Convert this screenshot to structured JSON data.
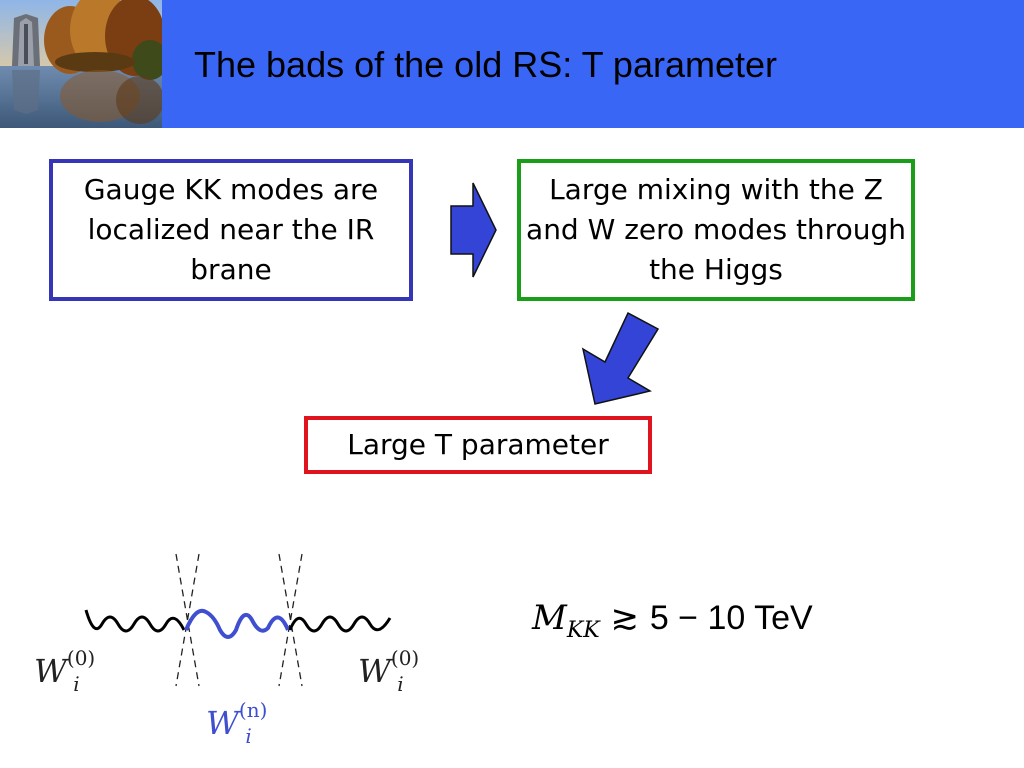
{
  "header": {
    "title": "The bads of the old RS: T parameter",
    "accent_color": "#3a66f5"
  },
  "boxes": {
    "gauge_kk": "Gauge KK modes are localized near the IR brane",
    "large_mixing": "Large mixing with the Z and W zero modes through the Higgs",
    "large_t": "Large T parameter"
  },
  "colors": {
    "blue_box": "#3535b8",
    "green_box": "#1a9e1a",
    "red_box": "#e0141e",
    "arrow_fill": "#3344d6",
    "kk_wave": "#3f4fd0"
  },
  "diagram": {
    "left_label": "W",
    "left_sup": "(0)",
    "left_sub": "i",
    "right_label": "W",
    "right_sup": "(0)",
    "right_sub": "i",
    "mid_label": "W",
    "mid_sup": "(n)",
    "mid_sub": "i"
  },
  "bound": {
    "m": "M",
    "m_sub": "KK",
    "relation": "≳",
    "value": "5 − 10 TeV"
  }
}
